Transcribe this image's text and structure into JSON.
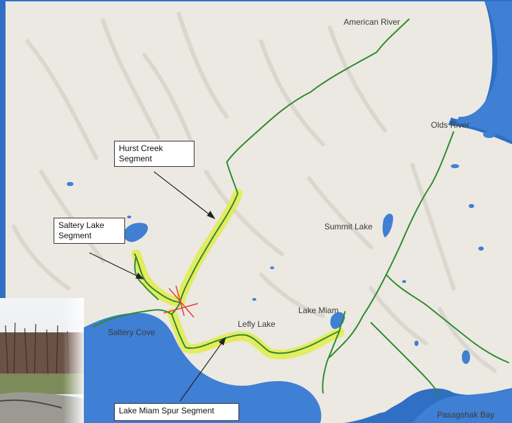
{
  "places": {
    "american_river": "American River",
    "olds_river": "Olds River",
    "summit_lake": "Summit Lake",
    "lake_miam": "Lake Miam",
    "lefly_lake": "Lefly Lake",
    "saltery_cove": "Saltery Cove",
    "pasagshak_bay": "Pasagshak Bay"
  },
  "callouts": {
    "hurst_creek": {
      "line1": "Hurst Creek",
      "line2": "Segment"
    },
    "saltery_lake": {
      "line1": "Saltery Lake",
      "line2": "Segment"
    },
    "lake_miam_spur": {
      "line1": "Lake Miam Spur Segment"
    }
  },
  "colors": {
    "land": "#eceae3",
    "water": "#3f7fd4",
    "trail": "#2d8a2d",
    "highlight": "#e3ec4a",
    "marker": "#e33b3b"
  }
}
